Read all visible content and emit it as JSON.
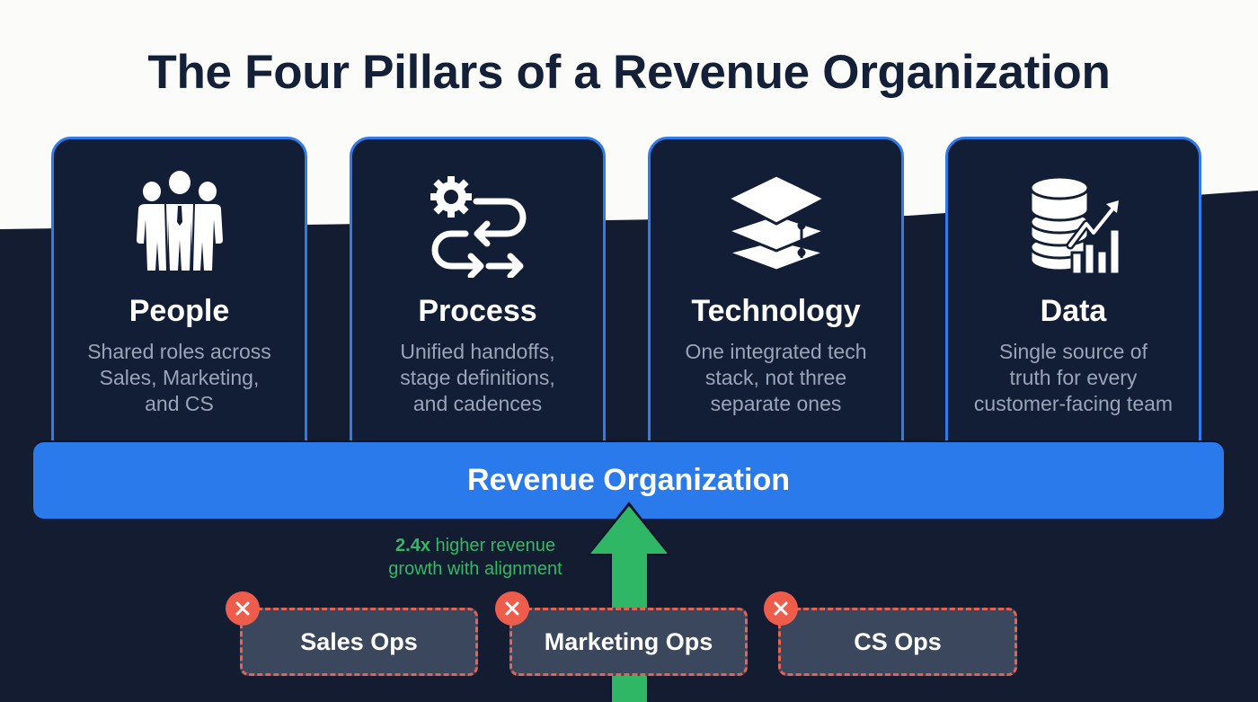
{
  "title": "The Four Pillars of a Revenue Organization",
  "pillars": [
    {
      "name": "People",
      "icon": "team-icon",
      "description": "Shared roles across Sales, Marketing, and CS",
      "lines": [
        "Shared roles across",
        "Sales, Marketing,",
        "and CS"
      ]
    },
    {
      "name": "Process",
      "icon": "process-flow-icon",
      "description": "Unified handoffs, stage definitions, and cadences",
      "lines": [
        "Unified handoffs,",
        "stage definitions,",
        "and cadences"
      ]
    },
    {
      "name": "Technology",
      "icon": "layers-stack-icon",
      "description": "One integrated tech stack, not three separate ones",
      "lines": [
        "One integrated tech",
        "stack, not three",
        "separate ones"
      ]
    },
    {
      "name": "Data",
      "icon": "database-chart-icon",
      "description": "Single source of truth for every customer-facing team",
      "lines": [
        "Single source of",
        "truth for every",
        "customer-facing team"
      ]
    }
  ],
  "foundation": {
    "label": "Revenue Organization"
  },
  "stat": {
    "highlight": "2.4x",
    "text_line1": " higher revenue",
    "text_line2": "growth with alignment"
  },
  "silos": [
    {
      "label": "Sales Ops",
      "status_icon": "x-icon"
    },
    {
      "label": "Marketing Ops",
      "status_icon": "x-icon"
    },
    {
      "label": "CS Ops",
      "status_icon": "x-icon"
    }
  ],
  "colors": {
    "navy": "#131c30",
    "card_bg": "#121d36",
    "accent_blue": "#2a7aec",
    "growth_green": "#34b866",
    "silo_red": "#e8624f",
    "title_text": "#142038"
  }
}
